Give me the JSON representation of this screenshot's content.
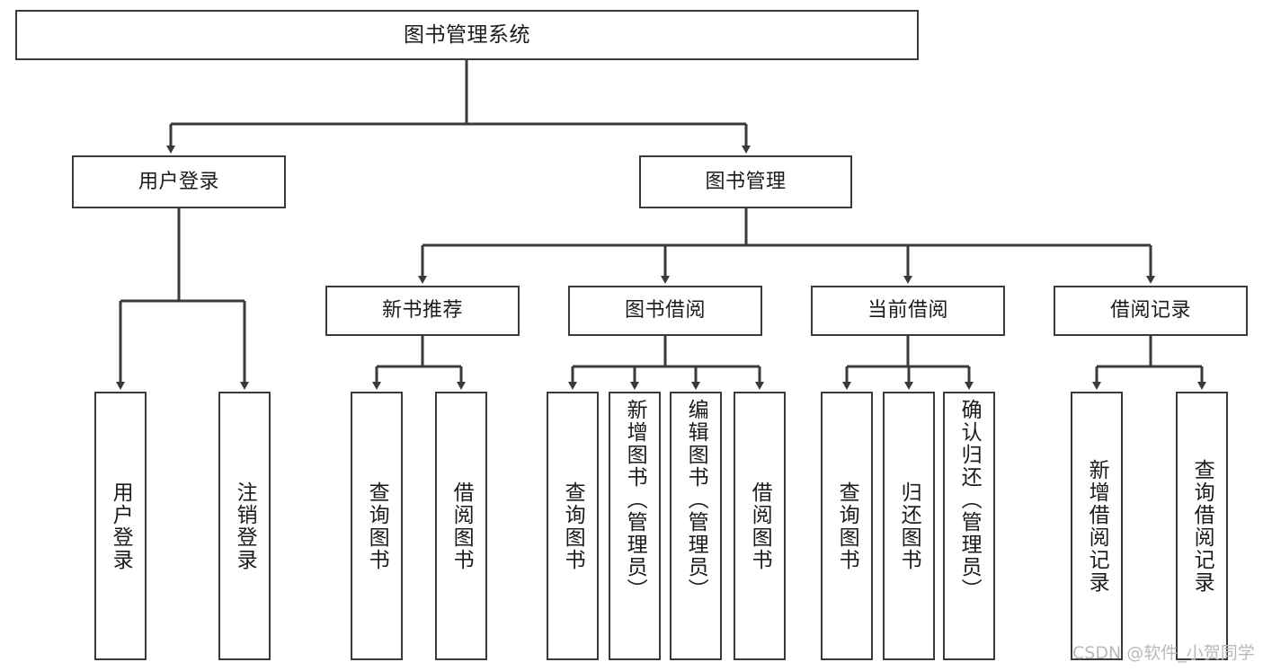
{
  "diagram": {
    "title": "图书管理系统",
    "type": "tree-hierarchy",
    "root": {
      "label": "图书管理系统"
    },
    "level2": [
      {
        "label": "用户登录"
      },
      {
        "label": "图书管理"
      }
    ],
    "level3": [
      {
        "label": "新书推荐"
      },
      {
        "label": "图书借阅"
      },
      {
        "label": "当前借阅"
      },
      {
        "label": "借阅记录"
      }
    ],
    "leaves": {
      "user_login": [
        {
          "label": "用户登录"
        },
        {
          "label": "注销登录"
        }
      ],
      "new_book_recommend": [
        {
          "label": "查询图书"
        },
        {
          "label": "借阅图书"
        }
      ],
      "book_borrow": [
        {
          "label": "查询图书"
        },
        {
          "label": "新增图书（管理员）"
        },
        {
          "label": "编辑图书（管理员）"
        },
        {
          "label": "借阅图书"
        }
      ],
      "current_borrow": [
        {
          "label": "查询图书"
        },
        {
          "label": "归还图书"
        },
        {
          "label": "确认归还（管理员）"
        }
      ],
      "borrow_record": [
        {
          "label": "新增借阅记录"
        },
        {
          "label": "查询借阅记录"
        }
      ]
    }
  },
  "watermark": {
    "text": "CSDN @软件_小贺同学"
  },
  "colors": {
    "border": "#3a3a3a",
    "text": "#1b1b1b",
    "background": "#ffffff",
    "watermark": "#b9b9b9"
  }
}
